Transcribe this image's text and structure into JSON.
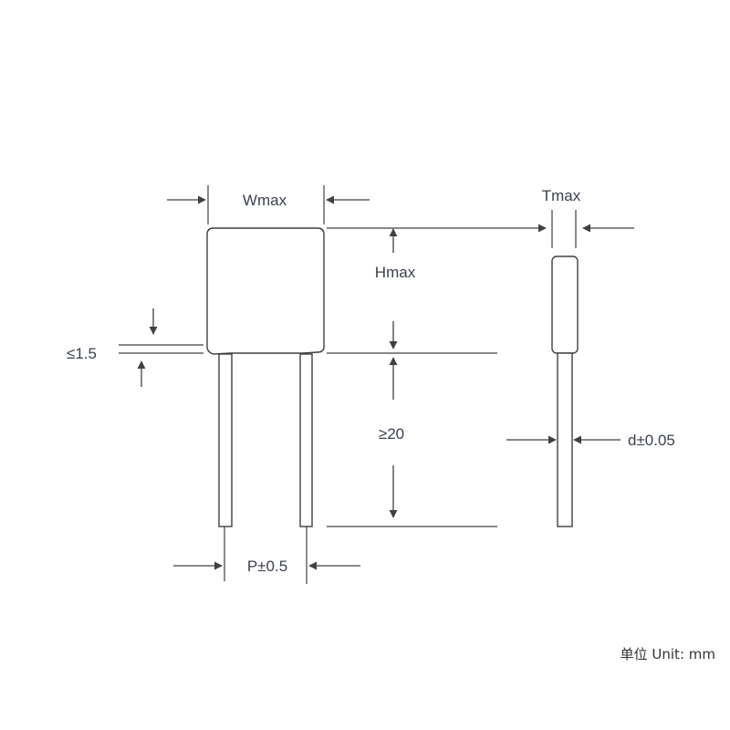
{
  "labels": {
    "width": "Wmax",
    "height": "Hmax",
    "thickness": "Tmax",
    "coating_gap": "≤1.5",
    "lead_length": "≥20",
    "lead_diameter": "d±0.05",
    "pitch": "P±0.5"
  },
  "unit_note": "单位 Unit: mm",
  "colors": {
    "line": "#404040",
    "text": "#3b4150"
  }
}
